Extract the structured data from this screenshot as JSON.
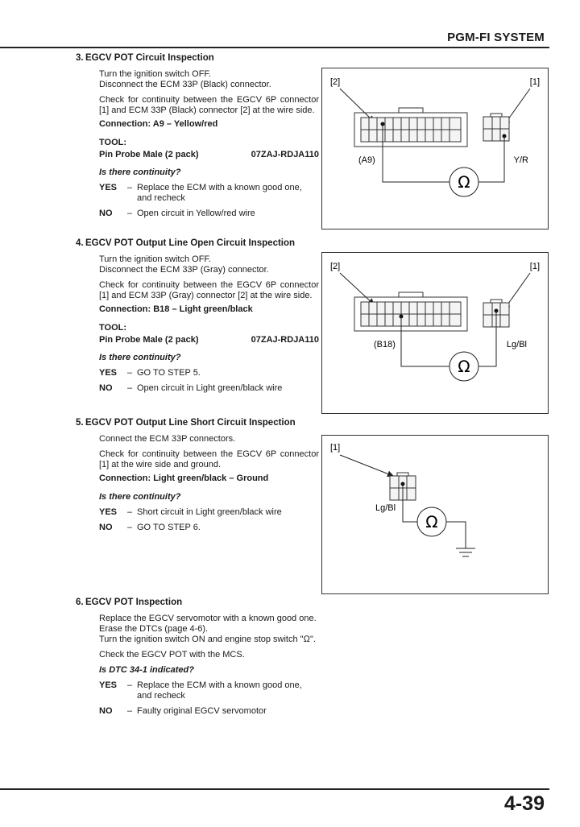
{
  "header": {
    "title": "PGM-FI SYSTEM"
  },
  "footer": {
    "page_number": "4-39"
  },
  "steps": [
    {
      "number": "3.",
      "title": "EGCV POT Circuit Inspection",
      "lines": [
        "Turn the ignition switch OFF.",
        "Disconnect the ECM 33P (Black) connector.",
        "Check for continuity between the EGCV 6P connector [1] and ECM 33P (Black) connector [2] at the wire side.",
        "Connection: A9 – Yellow/red"
      ],
      "tool_label": "TOOL:",
      "tool_name": "Pin Probe Male (2 pack)",
      "tool_number": "07ZAJ-RDJA110",
      "question": "Is there continuity?",
      "yes_key": "YES",
      "yes_text": "Replace the ECM with a known good one, and recheck",
      "no_key": "NO",
      "no_text": "Open circuit in Yellow/red wire"
    },
    {
      "number": "4.",
      "title": "EGCV POT Output Line Open Circuit Inspection",
      "lines": [
        "Turn the ignition switch OFF.",
        "Disconnect the ECM 33P (Gray) connector.",
        "Check for continuity between the EGCV 6P connector [1] and ECM 33P (Gray) connector [2] at the wire side.",
        "Connection: B18 – Light green/black"
      ],
      "tool_label": "TOOL:",
      "tool_name": "Pin Probe Male (2 pack)",
      "tool_number": "07ZAJ-RDJA110",
      "question": "Is there continuity?",
      "yes_key": "YES",
      "yes_text": "GO TO STEP 5.",
      "no_key": "NO",
      "no_text": "Open circuit in Light green/black wire"
    },
    {
      "number": "5.",
      "title": "EGCV POT Output Line Short Circuit Inspection",
      "lines": [
        "Connect the ECM 33P connectors.",
        "Check for continuity between the EGCV 6P connector [1] at the wire side and ground.",
        "Connection: Light green/black – Ground"
      ],
      "question": "Is there continuity?",
      "yes_key": "YES",
      "yes_text": "Short circuit in Light green/black wire",
      "no_key": "NO",
      "no_text": "GO TO STEP 6."
    },
    {
      "number": "6.",
      "title": "EGCV POT Inspection",
      "lines": [
        "Replace the EGCV servomotor with a known good one.",
        "Erase the DTCs (page 4-6).",
        "Turn the ignition switch ON and engine stop switch \"Ω\".",
        "Check the EGCV POT with the MCS."
      ],
      "question": "Is DTC 34-1 indicated?",
      "yes_key": "YES",
      "yes_text": "Replace the ECM with a known good one, and recheck",
      "no_key": "NO",
      "no_text": "Faulty original EGCV servomotor"
    }
  ],
  "diagrams": [
    {
      "label_ecm": "[2]",
      "label_egcv": "[1]",
      "pin_left": "(A9)",
      "pin_right": "Y/R",
      "meter": "Ω"
    },
    {
      "label_ecm": "[2]",
      "label_egcv": "[1]",
      "pin_left": "(B18)",
      "pin_right": "Lg/Bl",
      "meter": "Ω"
    },
    {
      "label_egcv": "[1]",
      "wire": "Lg/Bl",
      "meter": "Ω"
    }
  ]
}
